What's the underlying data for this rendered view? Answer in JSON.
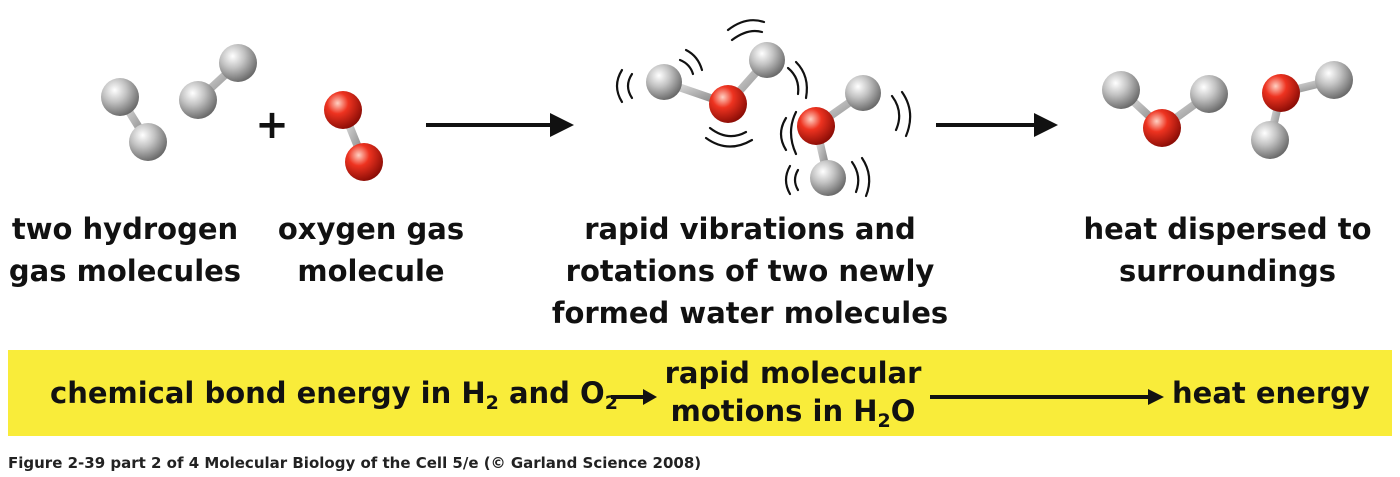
{
  "colors": {
    "hydrogen": "#c6c6c6",
    "oxygen": "#e8271a",
    "band": "#f9ec3a",
    "arrow": "#111111"
  },
  "scene": {
    "plus_sign": "+",
    "labels": {
      "hydrogen_line1": "two hydrogen",
      "hydrogen_line2": "gas molecules",
      "oxygen_line1": "oxygen gas",
      "oxygen_line2": "molecule",
      "vibration_line1": "rapid vibrations and",
      "vibration_line2": "rotations of two newly",
      "vibration_line3": "formed water molecules",
      "heat_line1": "heat dispersed to",
      "heat_line2": "surroundings"
    }
  },
  "band": {
    "part1_text": "chemical bond energy in H",
    "part1_sub1": "2",
    "part1_mid": " and O",
    "part1_sub2": "2",
    "part2_line1": "rapid molecular",
    "part2_line2_text": "motions in H",
    "part2_line2_sub": "2",
    "part2_line2_end": "O",
    "part3": "heat energy"
  },
  "caption": "Figure 2-39 part 2 of 4  Molecular Biology of the Cell 5/e (© Garland Science 2008)"
}
